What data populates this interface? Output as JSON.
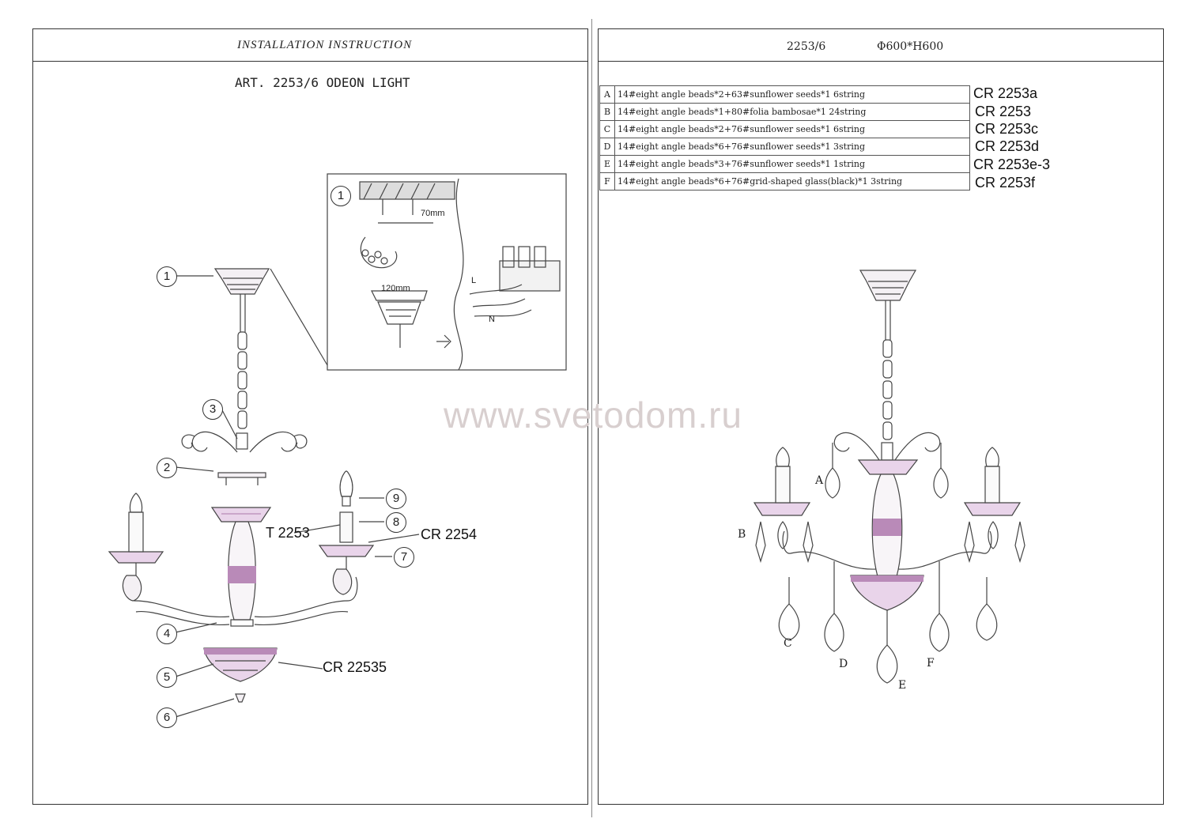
{
  "left": {
    "header_title": "INSTALLATION  INSTRUCTION",
    "article": "ART. 2253/6 ODEON LIGHT",
    "callouts": [
      "1",
      "2",
      "3",
      "4",
      "5",
      "6",
      "7",
      "8",
      "9"
    ],
    "labels": {
      "t2253": "T 2253",
      "cr2254": "CR 2254",
      "cr22535": "CR 22535"
    },
    "inset": {
      "step": "1",
      "dim_top": "70mm",
      "dim_bottom": "120mm",
      "wire_l": "L",
      "wire_n": "N"
    }
  },
  "right": {
    "header_model": "2253/6",
    "header_dims": "Φ600*H600",
    "parts": [
      {
        "letter": "A",
        "desc": "14#eight angle beads*2+63#sunflower seeds*1      6string",
        "code": "CR 2253a"
      },
      {
        "letter": "B",
        "desc": "14#eight angle beads*1+80#folia bambosae*1      24string",
        "code": "CR 2253"
      },
      {
        "letter": "C",
        "desc": "14#eight angle beads*2+76#sunflower seeds*1      6string",
        "code": "CR 2253c"
      },
      {
        "letter": "D",
        "desc": "14#eight angle beads*6+76#sunflower seeds*1      3string",
        "code": "CR 2253d"
      },
      {
        "letter": "E",
        "desc": "14#eight angle beads*3+76#sunflower seeds*1      1string",
        "code": "CR 2253e-3"
      },
      {
        "letter": "F",
        "desc": "14#eight angle beads*6+76#grid-shaped glass(black)*1    3string",
        "code": "CR 2253f"
      }
    ],
    "drawing_letters": [
      "A",
      "B",
      "C",
      "D",
      "E",
      "F"
    ]
  },
  "watermark": "www.svetodom.ru",
  "colors": {
    "accent": "#b98ab8",
    "line": "#333333",
    "watermark": "#d8cfcf"
  }
}
